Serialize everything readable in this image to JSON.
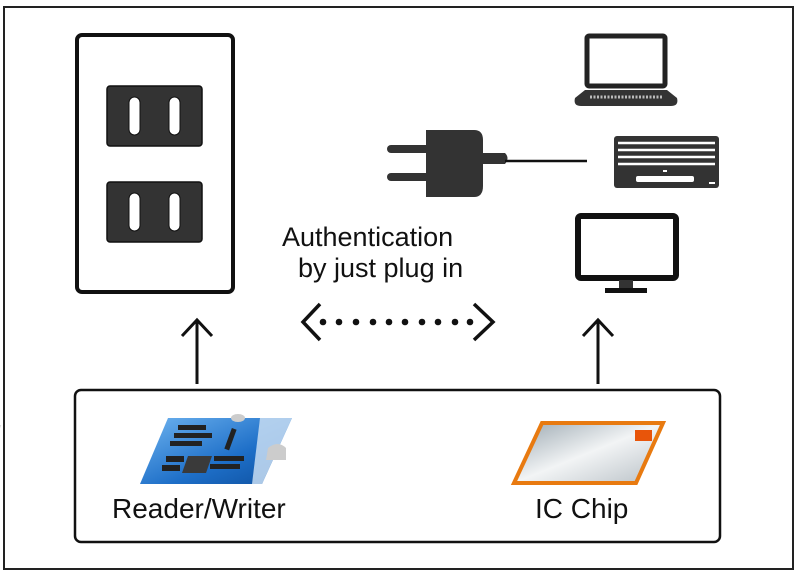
{
  "diagram": {
    "caption_line1": "Authentication",
    "caption_line2": "by just plug in",
    "components": {
      "reader_writer": {
        "label": "Reader/Writer",
        "icon": "reader-writer-board-icon",
        "color": "#1e6fc8"
      },
      "ic_chip": {
        "label": "IC Chip",
        "icon": "ic-card-icon",
        "color": "#e87a10"
      }
    },
    "devices": [
      "wall-outlet-icon",
      "power-plug-icon",
      "laptop-icon",
      "air-conditioner-icon",
      "monitor-icon"
    ],
    "connector": "bidirectional-dotted-arrow"
  }
}
